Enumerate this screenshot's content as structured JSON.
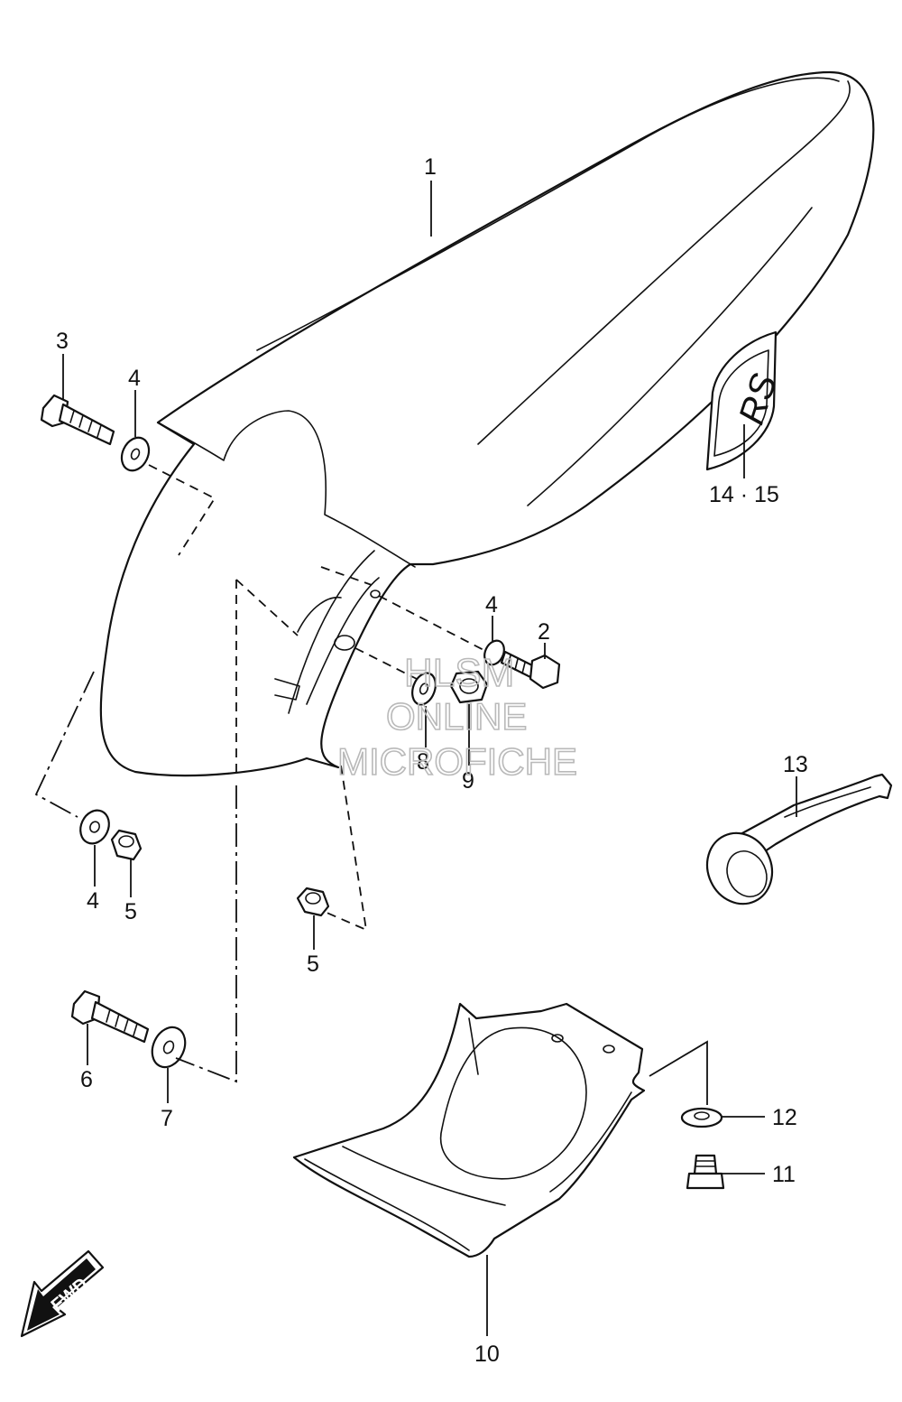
{
  "callouts": {
    "c1": "1",
    "c2": "2",
    "c3": "3",
    "c4a": "4",
    "c4b": "4",
    "c4c": "4",
    "c5a": "5",
    "c5b": "5",
    "c6": "6",
    "c7": "7",
    "c8": "8",
    "c9": "9",
    "c10": "10",
    "c11": "11",
    "c12": "12",
    "c13": "13",
    "c14_15": "14 · 15"
  },
  "watermark": {
    "line1": "HLSM",
    "line2": "ONLINE",
    "line3": "MICROFICHE"
  },
  "fwd_badge": "FWD"
}
